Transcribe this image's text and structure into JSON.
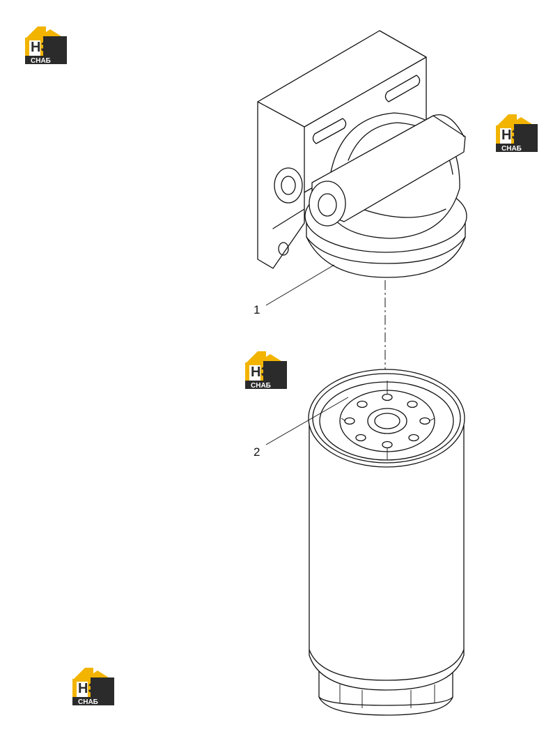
{
  "callouts": [
    {
      "label": "1",
      "part": "filter-head"
    },
    {
      "label": "2",
      "part": "filter-element"
    }
  ],
  "watermark": {
    "top_text": "НЗ",
    "bottom_text": "СНАБ",
    "colors": {
      "yellow": "#f2b400",
      "dark": "#2b2b2b",
      "white": "#ffffff"
    }
  },
  "line_color": "#111111"
}
